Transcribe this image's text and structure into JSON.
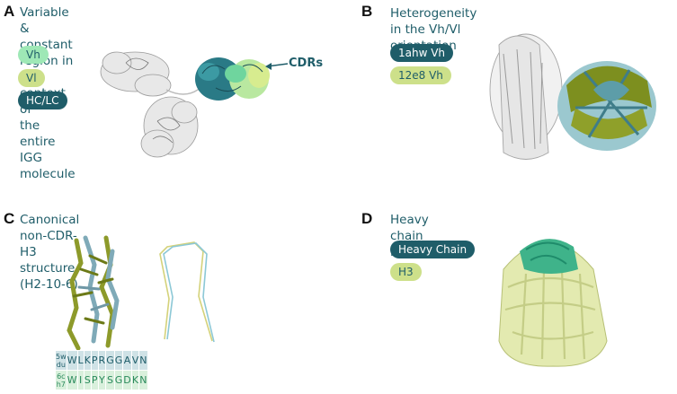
{
  "panel_a": {
    "letter": "A",
    "title_line1": "Variable & constant region in the context of",
    "title_line2": "the entire IGG molecule",
    "legend": [
      "Vh",
      "Vl",
      "HC/LC"
    ],
    "annotation": "CDRs",
    "colors": {
      "vh": "#9ee8b6",
      "vl": "#cde08a",
      "hclc": "#1f5d69"
    }
  },
  "panel_b": {
    "letter": "B",
    "title": "Heterogeneity in the Vh/Vl orientation",
    "legend": [
      "1ahw Vh",
      "12e8 Vh"
    ],
    "colors": {
      "a": "#1f5d69",
      "b": "#cde08a"
    }
  },
  "panel_c": {
    "letter": "C",
    "title": "Canonical non-CDR-H3 structure (H2-10-6)",
    "rows": [
      {
        "label": "5w du",
        "residues": [
          "W",
          "L",
          "K",
          "P",
          "R",
          "G",
          "G",
          "A",
          "V",
          "N"
        ]
      },
      {
        "label": "6c h7",
        "residues": [
          "W",
          "I",
          "S",
          "P",
          "Y",
          "S",
          "G",
          "D",
          "K",
          "N"
        ]
      }
    ]
  },
  "panel_d": {
    "letter": "D",
    "title": "Heavy chain region",
    "legend": [
      "Heavy Chain",
      "H3"
    ],
    "colors": {
      "hc": "#1f5d69",
      "h3": "#cde08a"
    }
  }
}
